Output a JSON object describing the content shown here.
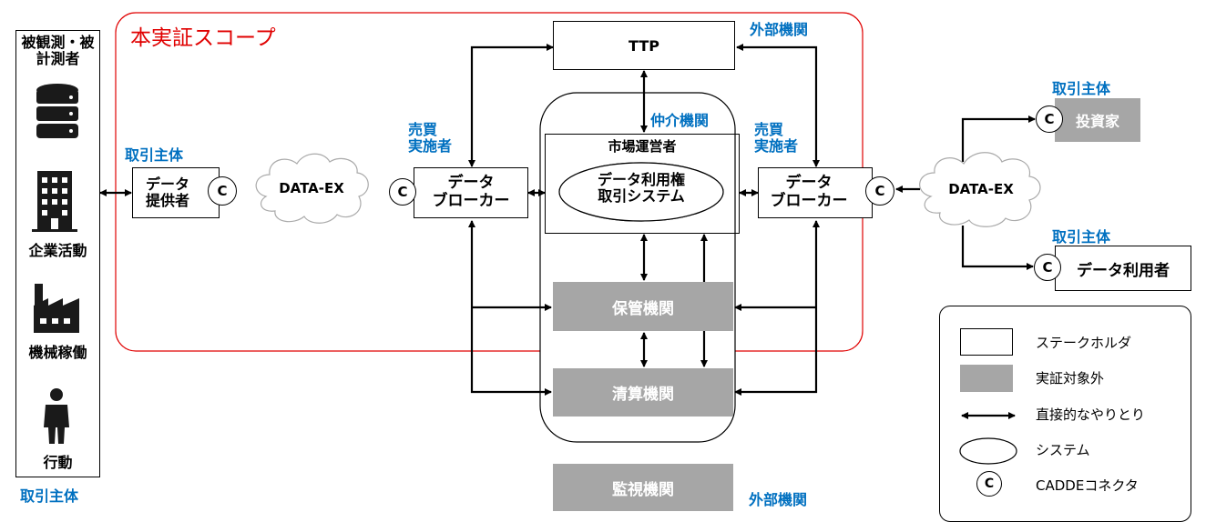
{
  "scope_label": "本実証スコープ",
  "left_panel": {
    "top_label": "被観測・被計測者",
    "items": [
      "企業活動",
      "機械稼働",
      "行動"
    ],
    "bottom_label": "取引主体"
  },
  "labels": {
    "torihiki_shutai": "取引主体",
    "baibai_jisshisha": "売買\n実施者",
    "gaibu_kikan": "外部機関",
    "chukai_kikan": "仲介機関",
    "shijo_uneisha": "市場運営者"
  },
  "nodes": {
    "ttp": "TTP",
    "data_provider": "データ\n提供者",
    "broker_left": "データ\nブローカー",
    "broker_right": "データ\nブローカー",
    "trading_system": "データ利用権\n取引システム",
    "storage": "保管機関",
    "clearing": "清算機関",
    "monitoring": "監視機関",
    "investor": "投資家",
    "data_user": "データ利用者",
    "cloud_left": "DATA-EX",
    "cloud_right": "DATA-EX",
    "connector_symbol": "C"
  },
  "legend": {
    "items": [
      {
        "symbol": "white-box",
        "text": "ステークホルダ"
      },
      {
        "symbol": "gray-box",
        "text": "実証対象外"
      },
      {
        "symbol": "double-arrow",
        "text": "直接的なやりとり"
      },
      {
        "symbol": "ellipse",
        "text": "システム"
      },
      {
        "symbol": "connector",
        "text": "CADDEコネクタ"
      }
    ]
  },
  "colors": {
    "scope_red": "#e00000",
    "label_blue": "#0070c0",
    "gray_fill": "#a6a6a6"
  }
}
